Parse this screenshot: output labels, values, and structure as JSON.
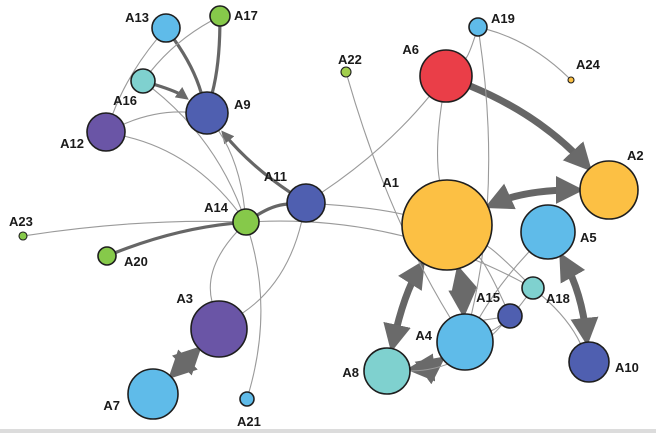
{
  "colors": {
    "orange": "#fcc044",
    "red": "#ea3e48",
    "skyblue": "#5fbbe9",
    "teal": "#7fd1cf",
    "navy": "#4f5fb0",
    "purple": "#6a55a6",
    "green": "#86c94a",
    "lime": "#a2cf4d",
    "stroke": "#1e1e1e",
    "edge": "#9a9a9a",
    "edge_dark": "#666666"
  },
  "nodes": [
    {
      "id": "A1",
      "label": "A1",
      "color": "orange",
      "size": "xl"
    },
    {
      "id": "A2",
      "label": "A2",
      "color": "orange",
      "size": "l"
    },
    {
      "id": "A3",
      "label": "A3",
      "color": "purple",
      "size": "l"
    },
    {
      "id": "A4",
      "label": "A4",
      "color": "skyblue",
      "size": "l"
    },
    {
      "id": "A5",
      "label": "A5",
      "color": "skyblue",
      "size": "l"
    },
    {
      "id": "A6",
      "label": "A6",
      "color": "red",
      "size": "l"
    },
    {
      "id": "A7",
      "label": "A7",
      "color": "skyblue",
      "size": "l"
    },
    {
      "id": "A8",
      "label": "A8",
      "color": "teal",
      "size": "m"
    },
    {
      "id": "A9",
      "label": "A9",
      "color": "navy",
      "size": "m"
    },
    {
      "id": "A10",
      "label": "A10",
      "color": "navy",
      "size": "m"
    },
    {
      "id": "A11",
      "label": "A11",
      "color": "navy",
      "size": "m"
    },
    {
      "id": "A12",
      "label": "A12",
      "color": "purple",
      "size": "m"
    },
    {
      "id": "A13",
      "label": "A13",
      "color": "skyblue",
      "size": "s"
    },
    {
      "id": "A14",
      "label": "A14",
      "color": "green",
      "size": "s"
    },
    {
      "id": "A15",
      "label": "A15",
      "color": "navy",
      "size": "s"
    },
    {
      "id": "A16",
      "label": "A16",
      "color": "teal",
      "size": "s"
    },
    {
      "id": "A17",
      "label": "A17",
      "color": "green",
      "size": "s"
    },
    {
      "id": "A18",
      "label": "A18",
      "color": "teal",
      "size": "s"
    },
    {
      "id": "A19",
      "label": "A19",
      "color": "skyblue",
      "size": "xs"
    },
    {
      "id": "A20",
      "label": "A20",
      "color": "green",
      "size": "xs"
    },
    {
      "id": "A21",
      "label": "A21",
      "color": "skyblue",
      "size": "xs"
    },
    {
      "id": "A22",
      "label": "A22",
      "color": "lime",
      "size": "xxs"
    },
    {
      "id": "A23",
      "label": "A23",
      "color": "green",
      "size": "xxs"
    },
    {
      "id": "A24",
      "label": "A24",
      "color": "orange",
      "size": "xxxs"
    }
  ],
  "edges": [
    {
      "from": "A1",
      "to": "A2",
      "weight": "heavy",
      "arrows": "both"
    },
    {
      "from": "A1",
      "to": "A8",
      "weight": "heavy",
      "arrows": "both"
    },
    {
      "from": "A1",
      "to": "A4",
      "weight": "heavy",
      "arrows": "both"
    },
    {
      "from": "A4",
      "to": "A8",
      "weight": "heavy",
      "arrows": "both"
    },
    {
      "from": "A3",
      "to": "A7",
      "weight": "heavy",
      "arrows": "both"
    },
    {
      "from": "A5",
      "to": "A10",
      "weight": "heavy",
      "arrows": "both"
    },
    {
      "from": "A6",
      "to": "A2",
      "weight": "heavy",
      "arrows": "end"
    },
    {
      "from": "A11",
      "to": "A9",
      "weight": "medium",
      "arrows": "end"
    },
    {
      "from": "A16",
      "to": "A9",
      "weight": "medium",
      "arrows": "end"
    },
    {
      "from": "A9",
      "to": "A13",
      "weight": "medium",
      "arrows": "none"
    },
    {
      "from": "A9",
      "to": "A17",
      "weight": "medium",
      "arrows": "none"
    },
    {
      "from": "A14",
      "to": "A20",
      "weight": "medium",
      "arrows": "none"
    },
    {
      "from": "A14",
      "to": "A11",
      "weight": "medium",
      "arrows": "none"
    },
    {
      "from": "A11",
      "to": "A1",
      "weight": "light",
      "arrows": "none"
    },
    {
      "from": "A11",
      "to": "A6",
      "weight": "light",
      "arrows": "none"
    },
    {
      "from": "A12",
      "to": "A13",
      "weight": "light",
      "arrows": "none"
    },
    {
      "from": "A12",
      "to": "A14",
      "weight": "light",
      "arrows": "none"
    },
    {
      "from": "A12",
      "to": "A9",
      "weight": "light",
      "arrows": "none"
    },
    {
      "from": "A16",
      "to": "A14",
      "weight": "light",
      "arrows": "none"
    },
    {
      "from": "A17",
      "to": "A16",
      "weight": "light",
      "arrows": "none"
    },
    {
      "from": "A9",
      "to": "A14",
      "weight": "light",
      "arrows": "none"
    },
    {
      "from": "A14",
      "to": "A23",
      "weight": "light",
      "arrows": "none"
    },
    {
      "from": "A14",
      "to": "A3",
      "weight": "light",
      "arrows": "none"
    },
    {
      "from": "A14",
      "to": "A21",
      "weight": "light",
      "arrows": "none"
    },
    {
      "from": "A14",
      "to": "A18",
      "weight": "light",
      "arrows": "none"
    },
    {
      "from": "A3",
      "to": "A11",
      "weight": "light",
      "arrows": "none"
    },
    {
      "from": "A22",
      "to": "A4",
      "weight": "light",
      "arrows": "none"
    },
    {
      "from": "A19",
      "to": "A24",
      "weight": "light",
      "arrows": "none"
    },
    {
      "from": "A19",
      "to": "A6",
      "weight": "light",
      "arrows": "none"
    },
    {
      "from": "A19",
      "to": "A4",
      "weight": "light",
      "arrows": "none"
    },
    {
      "from": "A6",
      "to": "A1",
      "weight": "light",
      "arrows": "none"
    },
    {
      "from": "A1",
      "to": "A15",
      "weight": "light",
      "arrows": "none"
    },
    {
      "from": "A1",
      "to": "A18",
      "weight": "light",
      "arrows": "none"
    },
    {
      "from": "A15",
      "to": "A4",
      "weight": "light",
      "arrows": "none"
    },
    {
      "from": "A18",
      "to": "A4",
      "weight": "light",
      "arrows": "none"
    },
    {
      "from": "A5",
      "to": "A4",
      "weight": "light",
      "arrows": "none"
    },
    {
      "from": "A18",
      "to": "A10",
      "weight": "light",
      "arrows": "none"
    },
    {
      "from": "A8",
      "to": "A15",
      "weight": "light",
      "arrows": "none"
    }
  ]
}
